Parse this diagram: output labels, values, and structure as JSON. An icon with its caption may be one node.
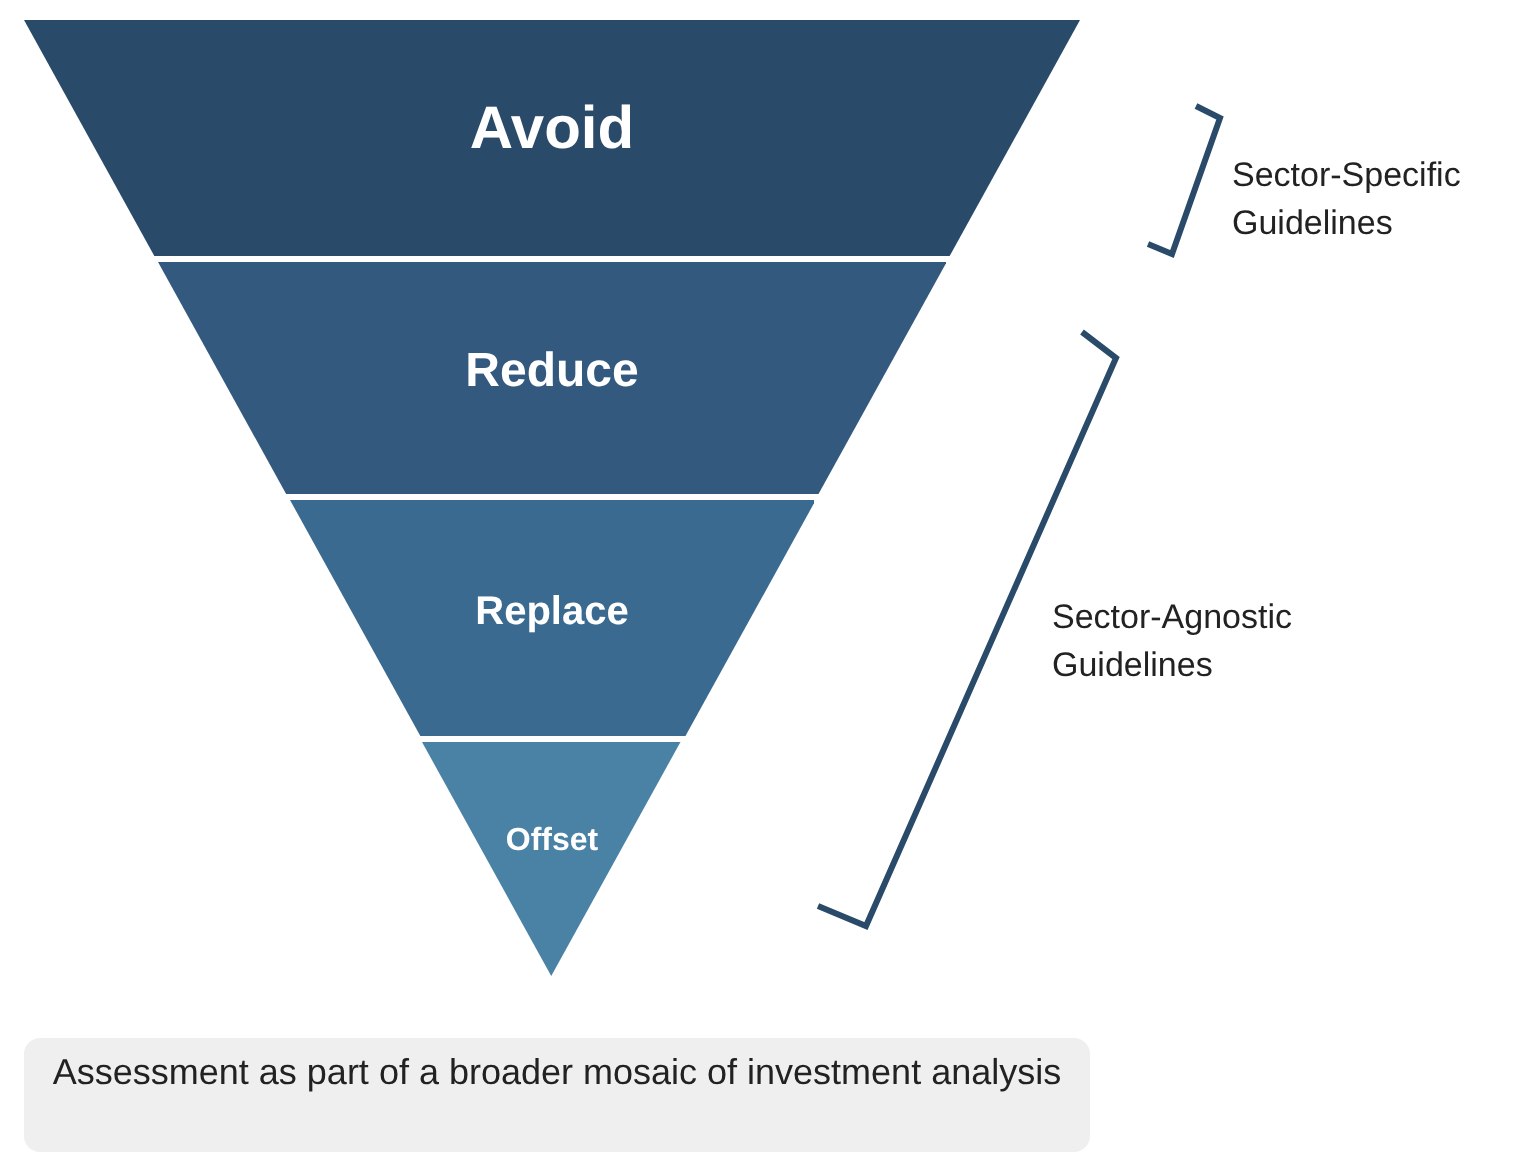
{
  "diagram": {
    "nodes": [
      {
        "text": [
          "Avoid"
        ]
      },
      {
        "text": [
          "Reduce"
        ]
      },
      {
        "text": [
          "Replace"
        ]
      },
      {
        "text": [
          "Offset"
        ]
      },
      {
        "text": [
          "Assessment as part of a broader mosaic of investment analysis"
        ]
      }
    ],
    "edges": [],
    "labels": [
      "Sector-Specific Guidelines",
      "Sector-Agnostic Guidelines"
    ]
  }
}
